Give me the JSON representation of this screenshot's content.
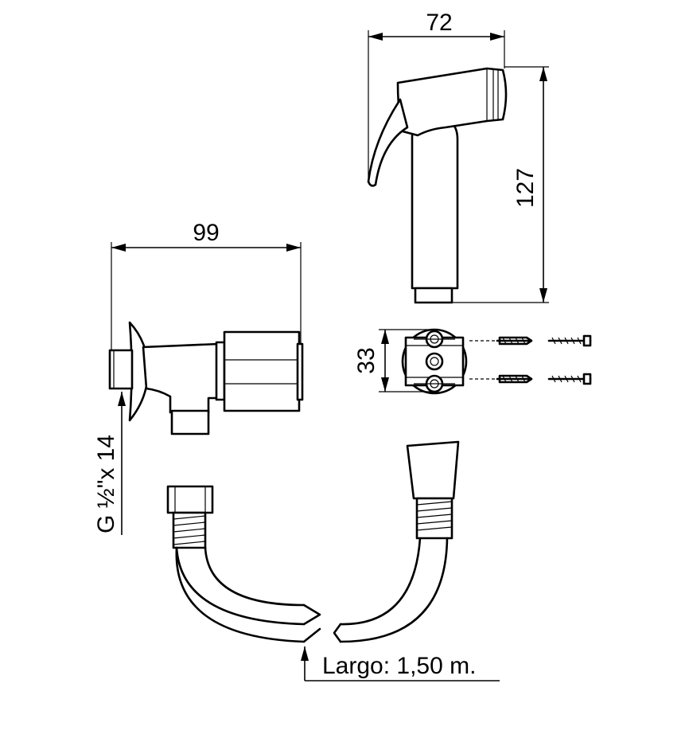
{
  "dimensions": {
    "sprayer_width": "72",
    "sprayer_height": "127",
    "valve_length": "99",
    "holder_height": "33",
    "thread": "G ½\"x 14"
  },
  "hose": {
    "length_label": "Largo: 1,50 m."
  },
  "colors": {
    "line": "#000000",
    "background": "#ffffff"
  }
}
